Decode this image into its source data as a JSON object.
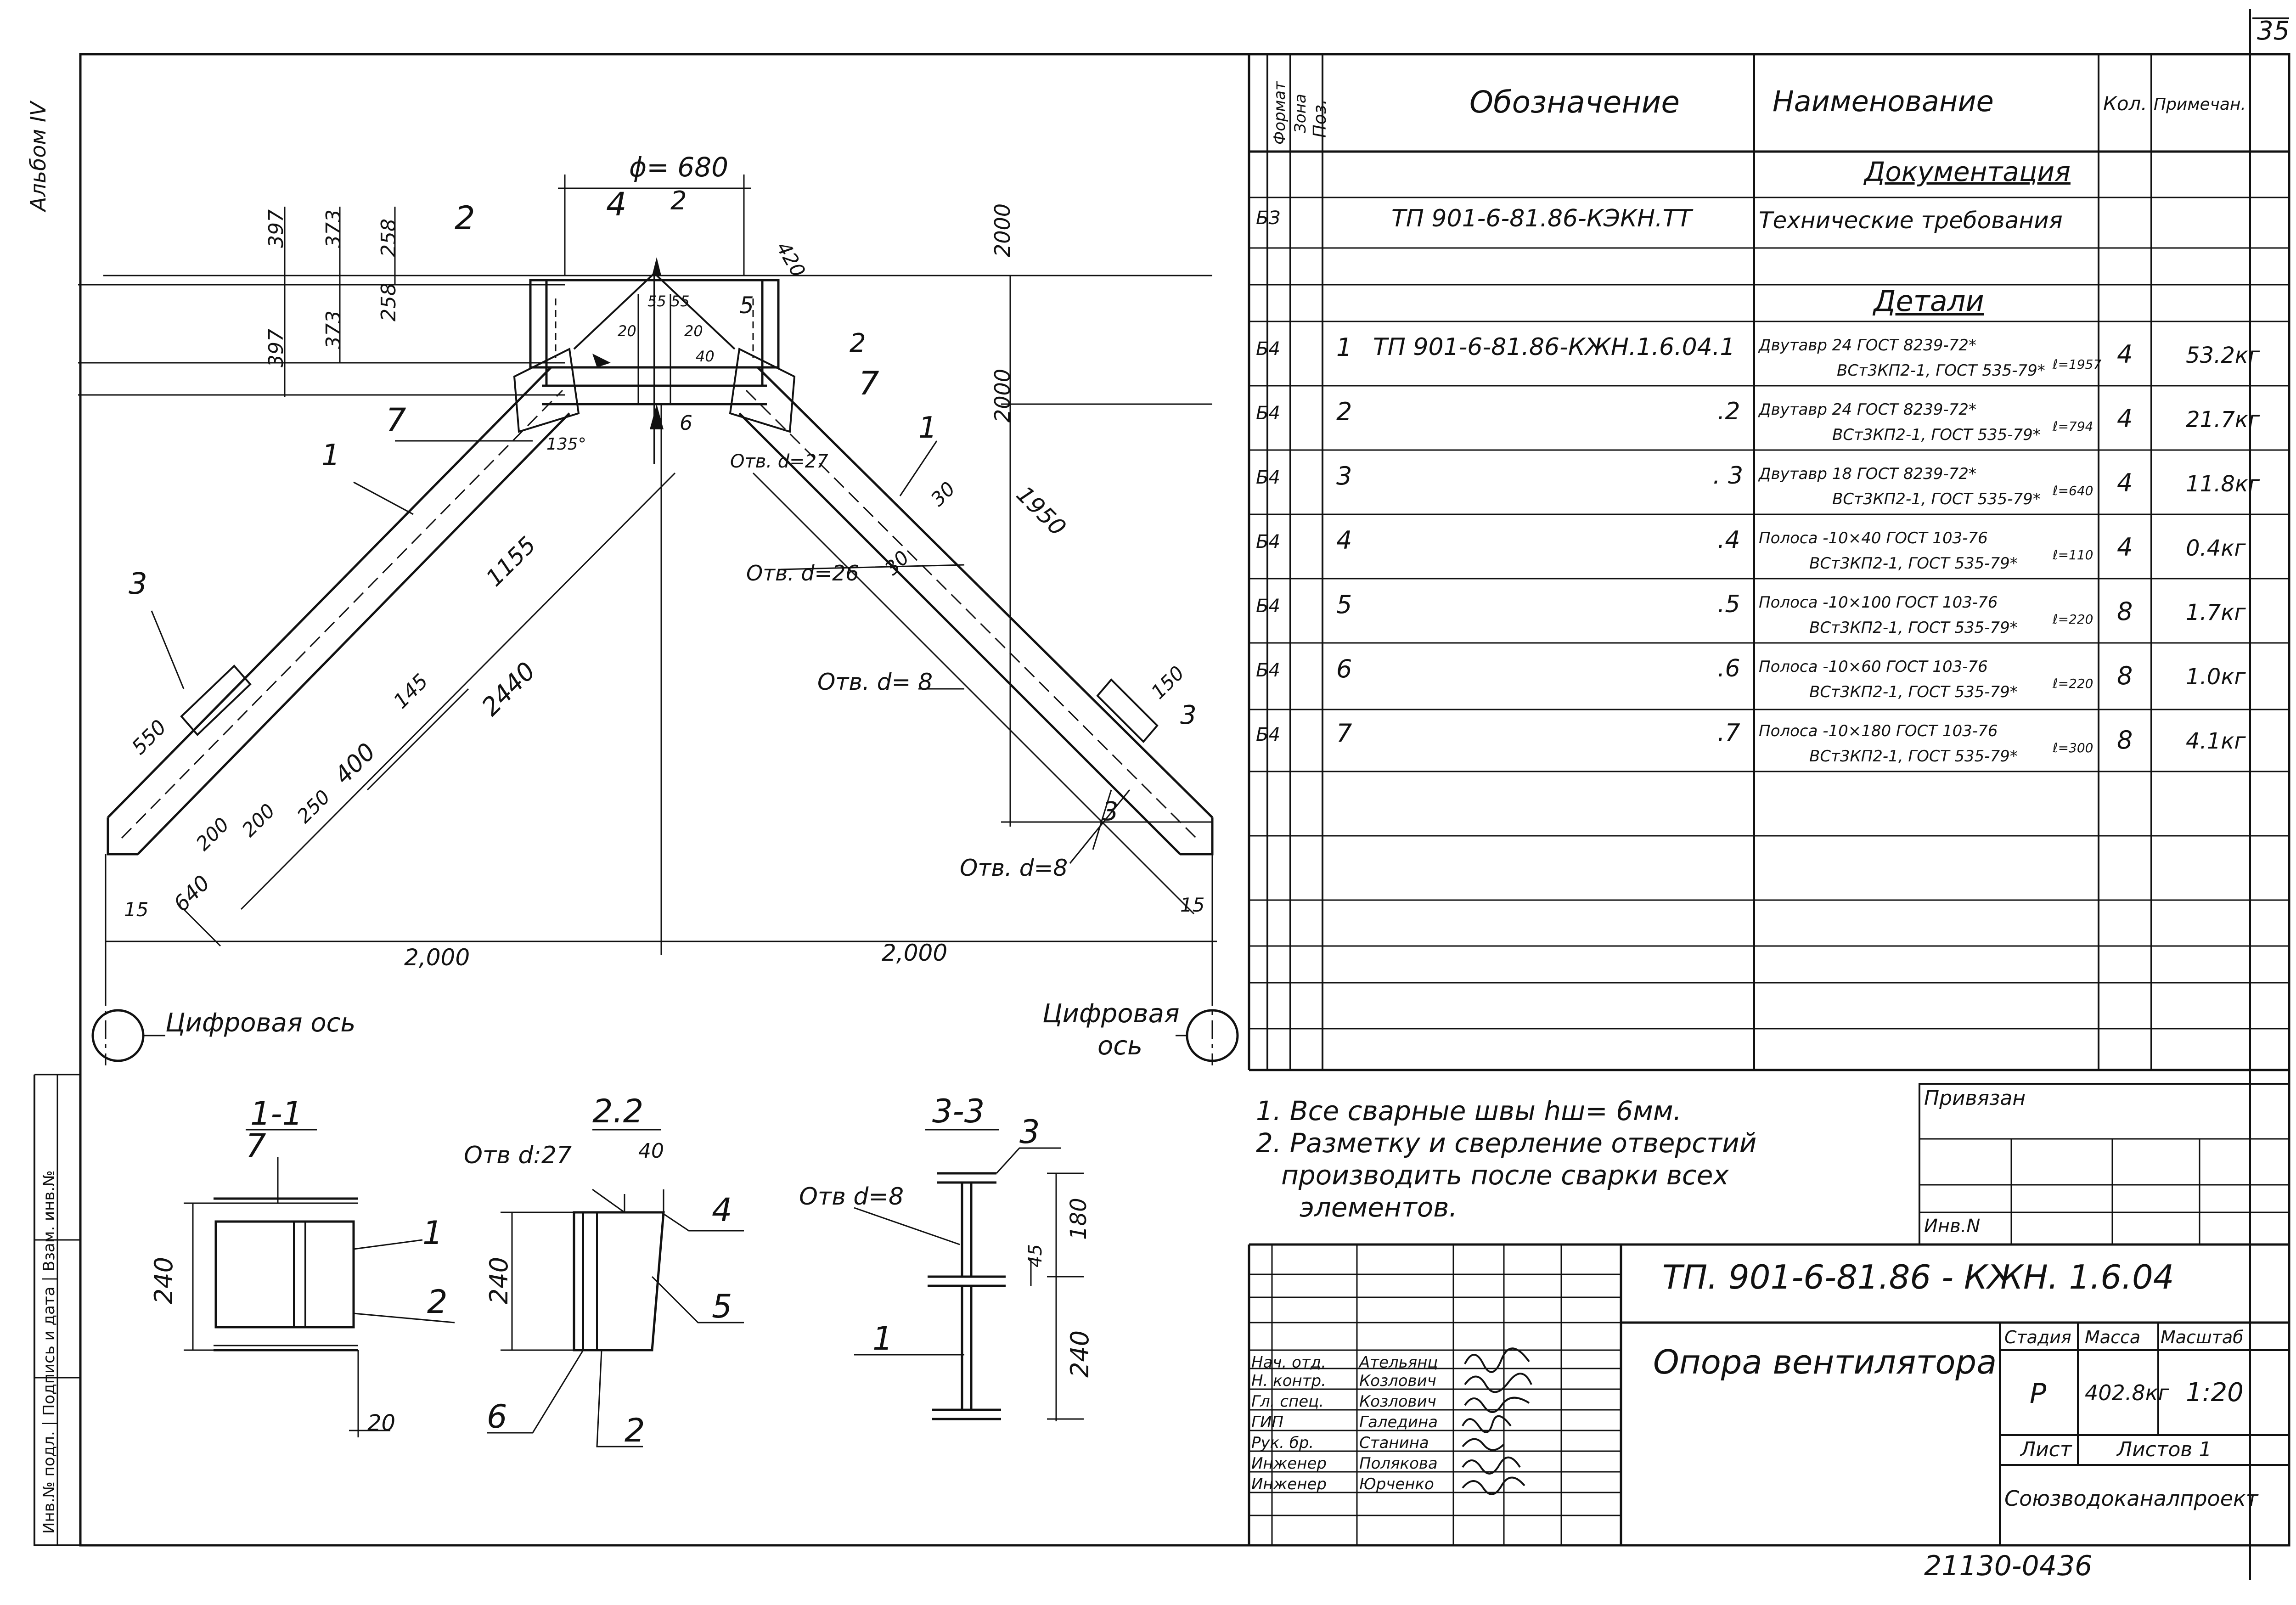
{
  "sheet_number": "35",
  "album_label": "Альбом IV",
  "bottom_code": "21130-04",
  "bottom_page": "36",
  "side_stamp": "Инв.№ подл. | Подпись и дата | Взам. инв.№",
  "drawing": {
    "phi_label": "ϕ= 680",
    "dims_left": [
      "397",
      "373",
      "258",
      "397",
      "373",
      "258"
    ],
    "dim_2000_top": "2000",
    "dim_2000_mid": "2000",
    "dim_420": "420",
    "dim_1950": "1950",
    "dim_1155": "1155",
    "dim_2440": "2440",
    "dim_145": "145",
    "dim_550": "550",
    "dim_400": "400",
    "dim_250": "250",
    "dim_200a": "200",
    "dim_200b": "200",
    "dim_640": "640",
    "dim_30a": "30",
    "dim_30b": "30",
    "dim_150": "150",
    "dim_15_left": "15",
    "dim_15_right": "15",
    "dim_2000_base_left": "2,000",
    "dim_2000_base_right": "2,000",
    "angle_135": "135°",
    "dim_20a": "20",
    "dim_20b": "20",
    "dim_55": "55 55",
    "dim_40": "40",
    "hole_27": "Отв. d=27",
    "hole_26": "Отв. d=26",
    "hole_8a": "Отв. d= 8",
    "hole_8b": "Отв. d=8",
    "axis_left": "Цифровая ось",
    "axis_right_1": "Цифровая",
    "axis_right_2": "ось",
    "pos": [
      "1",
      "1",
      "2",
      "2",
      "3",
      "3",
      "4",
      "5",
      "6",
      "7",
      "7"
    ],
    "cut_2": "2",
    "cut_3": "3"
  },
  "sections": {
    "s11": {
      "title": "1-1",
      "pos7": "7",
      "pos1": "1",
      "pos2": "2",
      "dim240": "240",
      "dim20": "20"
    },
    "s22": {
      "title": "2.2",
      "hole": "Отв d:27",
      "dim40": "40",
      "pos4": "4",
      "pos5": "5",
      "pos6": "6",
      "pos2": "2",
      "dim240": "240"
    },
    "s33": {
      "title": "3-3",
      "hole": "Отв d=8",
      "pos3": "3",
      "pos1": "1",
      "dim180": "180",
      "dim45": "45",
      "dim240": "240"
    }
  },
  "notes": [
    "1. Все сварные швы hш= 6мм.",
    "2. Разметку и сверление отверстий",
    "производить после сварки всех",
    "элементов."
  ],
  "spec": {
    "headers": {
      "format": "Формат",
      "zone": "Зона",
      "pos": "Поз.",
      "designation": "Обозначение",
      "name": "Наименование",
      "qty": "Кол.",
      "note": "Примечан."
    },
    "section_docs": "Документация",
    "section_parts": "Детали",
    "doc_row": {
      "format": "БЗ",
      "designation": "ТП 901-6-81.86-КЭКН.ТТ",
      "name": "Технические требования"
    },
    "rows": [
      {
        "format": "Б4",
        "pos": "1",
        "designation": "ТП 901-6-81.86-КЖН.1.6.04.1",
        "name1": "Двутавр 24  ГОСТ 8239-72*",
        "len": "ℓ=1957",
        "name2": "ВСт3КП2-1, ГОСТ 535-79*",
        "qty": "4",
        "note": "53.2кг"
      },
      {
        "format": "Б4",
        "pos": "2",
        "designation": ".2",
        "name1": "Двутавр 24 ГОСТ 8239-72*",
        "len": "ℓ=794",
        "name2": "ВСт3КП2-1, ГОСТ 535-79*",
        "qty": "4",
        "note": "21.7кг"
      },
      {
        "format": "Б4",
        "pos": "3",
        "designation": ". 3",
        "name1": "Двутавр 18 ГОСТ 8239-72*",
        "len": "ℓ=640",
        "name2": "ВСт3КП2-1, ГОСТ 535-79*",
        "qty": "4",
        "note": "11.8кг"
      },
      {
        "format": "Б4",
        "pos": "4",
        "designation": ".4",
        "name1": "Полоса -10×40 ГОСТ 103-76",
        "len": "ℓ=110",
        "name2": "ВСт3КП2-1, ГОСТ 535-79*",
        "qty": "4",
        "note": "0.4кг"
      },
      {
        "format": "Б4",
        "pos": "5",
        "designation": ".5",
        "name1": "Полоса -10×100 ГОСТ 103-76",
        "len": "ℓ=220",
        "name2": "ВСт3КП2-1, ГОСТ 535-79*",
        "qty": "8",
        "note": "1.7кг"
      },
      {
        "format": "Б4",
        "pos": "6",
        "designation": ".6",
        "name1": "Полоса -10×60 ГОСТ 103-76",
        "len": "ℓ=220",
        "name2": "ВСт3КП2-1, ГОСТ 535-79*",
        "qty": "8",
        "note": "1.0кг"
      },
      {
        "format": "Б4",
        "pos": "7",
        "designation": ".7",
        "name1": "Полоса -10×180 ГОСТ 103-76",
        "len": "ℓ=300",
        "name2": "ВСт3КП2-1, ГОСТ 535-79*",
        "qty": "8",
        "note": "4.1кг"
      }
    ]
  },
  "stamp": {
    "privyazan": "Привязан",
    "inv": "Инв.N",
    "code": "ТП. 901-6-81.86  - КЖН. 1.6.04",
    "title": "Опора вентилятора",
    "stage_h": "Стадия",
    "mass_h": "Масса",
    "scale_h": "Масштаб",
    "stage": "Р",
    "mass": "402.8кг",
    "scale": "1:20",
    "sheet_h": "Лист",
    "sheets_h": "Листов 1",
    "org": "Союзводоканалпроект",
    "people": [
      {
        "role": "Нач. отд.",
        "name": "Ательянц"
      },
      {
        "role": "Н. контр.",
        "name": "Козлович"
      },
      {
        "role": "Гл. спец.",
        "name": "Козлович"
      },
      {
        "role": "ГИП",
        "name": "Галедина"
      },
      {
        "role": "Рук. бр.",
        "name": "Станина"
      },
      {
        "role": "Инженер",
        "name": "Полякова"
      },
      {
        "role": "Инженер",
        "name": "Юрченко"
      }
    ]
  }
}
